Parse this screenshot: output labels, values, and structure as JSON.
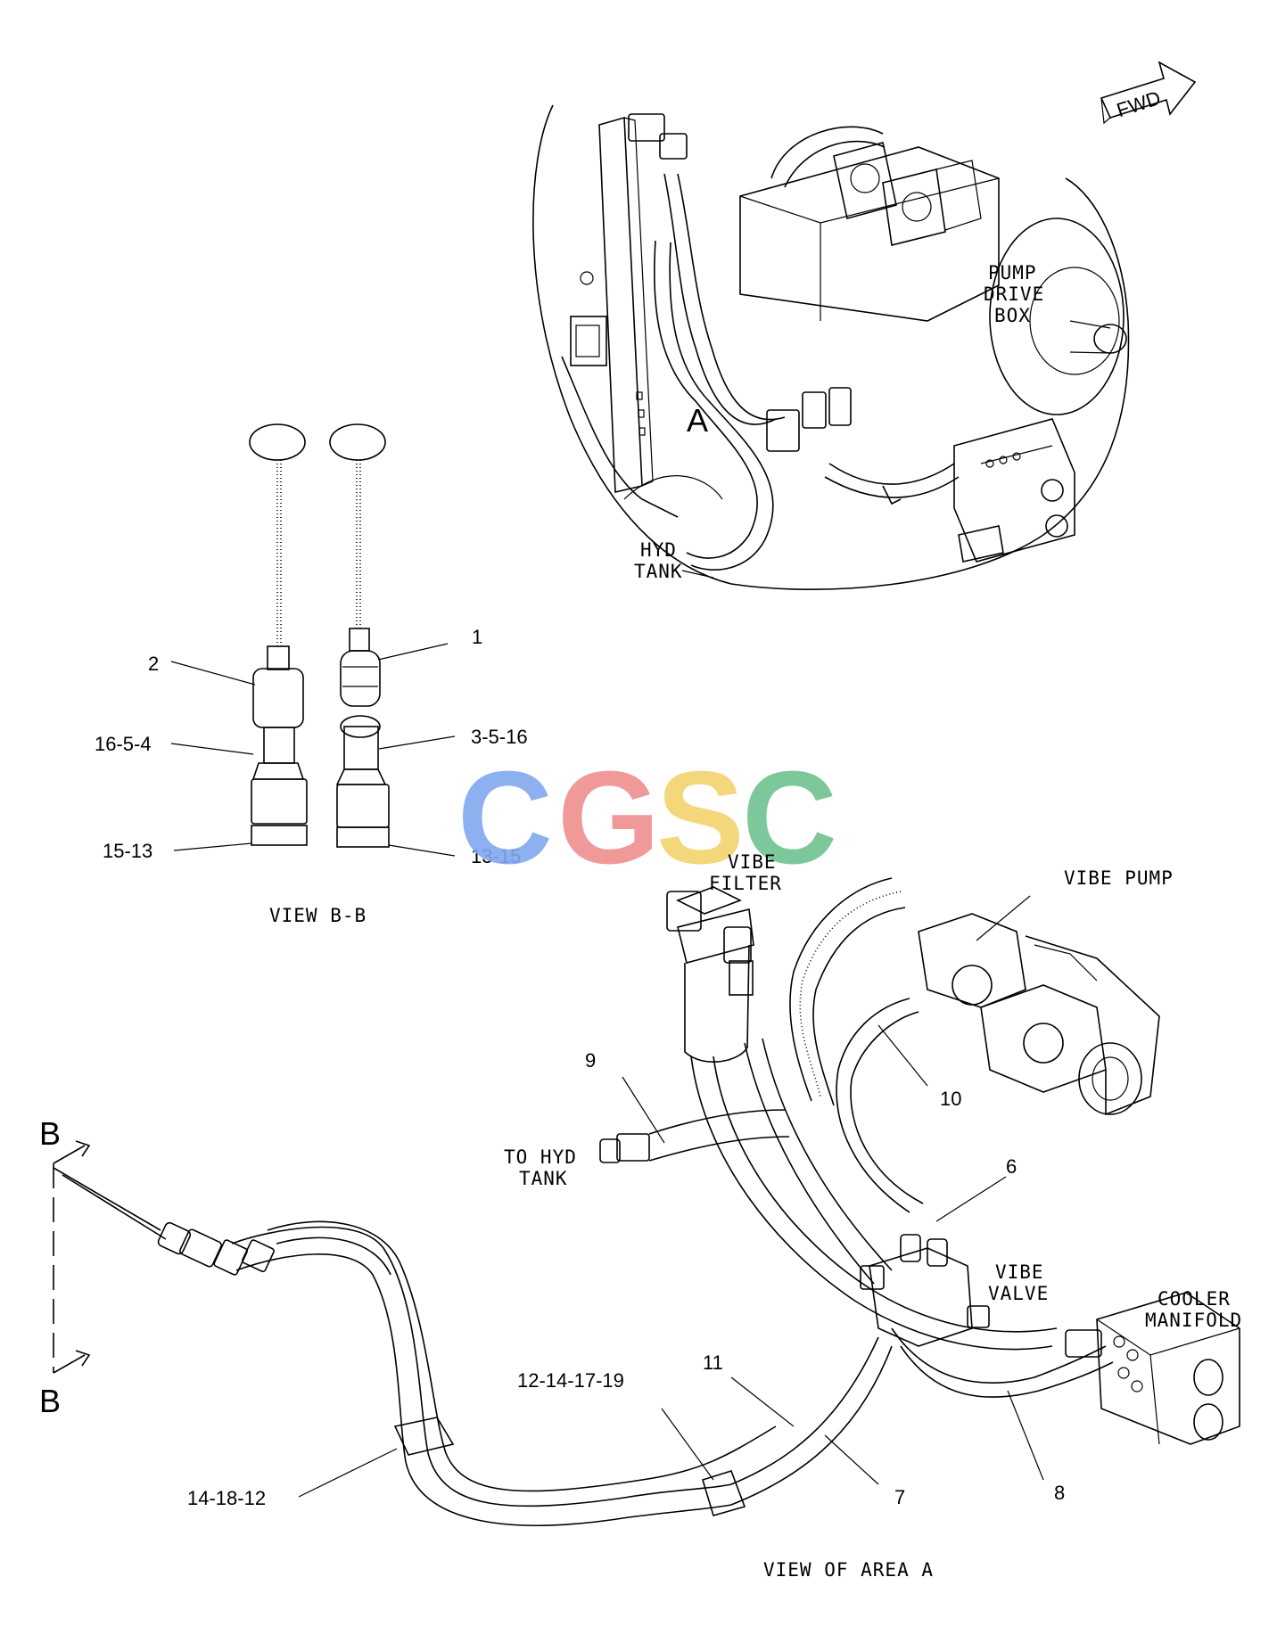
{
  "diagram": {
    "fwd_label": "FWD",
    "area_marker": "A",
    "top_labels": {
      "pump_drive_box": [
        "PUMP",
        "DRIVE",
        "BOX"
      ],
      "hyd_tank": [
        "HYD",
        "TANK"
      ]
    },
    "view_bb": {
      "caption": "VIEW B-B",
      "callouts": [
        "2",
        "1",
        "16-5-4",
        "3-5-16",
        "15-13",
        "13-15"
      ]
    },
    "view_area_a": {
      "caption": "VIEW OF AREA A",
      "component_labels": {
        "vibe_filter": [
          "VIBE",
          "FILTER"
        ],
        "vibe_pump": "VIBE PUMP",
        "to_hyd_tank": [
          "TO HYD",
          "TANK"
        ],
        "vibe_valve": [
          "VIBE",
          "VALVE"
        ],
        "cooler_manifold": [
          "COOLER",
          "MANIFOLD"
        ]
      },
      "callouts": [
        "9",
        "10",
        "6",
        "11",
        "12-14-17-19",
        "7",
        "8",
        "14-18-12"
      ]
    },
    "section_marker": [
      "B",
      "B"
    ],
    "watermark": {
      "letters": [
        "C",
        "G",
        "S",
        "C"
      ],
      "colors": [
        "#7fa7ee",
        "#ee8e8e",
        "#f3d36c",
        "#6fc28f"
      ]
    }
  }
}
